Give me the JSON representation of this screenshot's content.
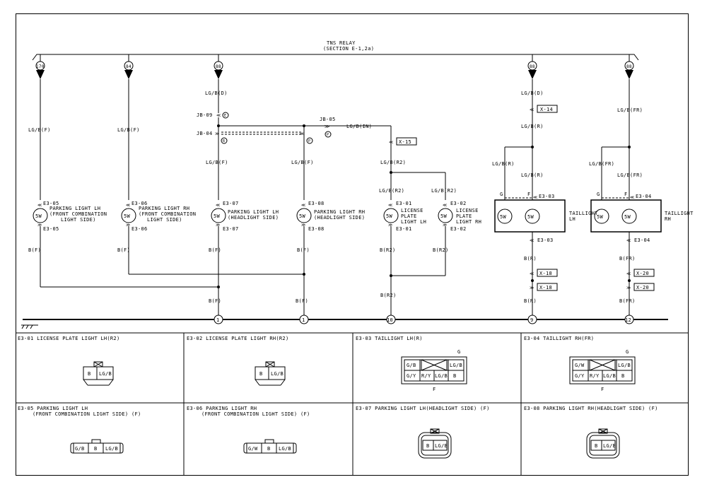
{
  "relay": {
    "title": "TNS RELAY",
    "section": "(SECTION E-1,2a)"
  },
  "sources": [
    "170",
    "84",
    "88",
    "88",
    "88"
  ],
  "wires": {
    "c1_top": "LG/B(F)",
    "c2_top": "LG/B(F)",
    "c3_top": "LG/B(D)",
    "c3_mid": "LG/B(F)",
    "c4_mid": "LG/B(F)",
    "jb_out": "LG/B(IN)",
    "c5_r2a": "LG/B(R2)",
    "c5_r2b": "LG/B(R2)",
    "c6_r2": "LG/B(R2)",
    "c7_d": "LG/B(D)",
    "c7_r": "LG/B(R)",
    "c7_ra": "LG/B(R)",
    "c7_rb": "LG/B(R)",
    "c8_fr": "LG/B(FR)",
    "c8_fra": "LG/B(FR)",
    "c8_frb": "LG/B(FR)",
    "g1": "B(F)",
    "g2": "B(F)",
    "g3": "B(F)",
    "g4": "B(F)",
    "g5": "B(R2)",
    "g6": "B(R2)",
    "g7": "B(R)",
    "g8": "B(FR)",
    "gb1": "B(F)",
    "gb2": "B(F)",
    "gb3": "B(R2)",
    "gb4": "B(R)",
    "gb5": "B(FR)"
  },
  "junctions": {
    "jb09": "JB-09",
    "jb04": "JB-04",
    "jb05": "JB-05",
    "e": "E",
    "r": "R",
    "p1": "P",
    "p2": "P"
  },
  "x_connectors": {
    "x14": "X-14",
    "x15": "X-15",
    "x18a": "X-18",
    "x18b": "X-18",
    "x20a": "X-20",
    "x20b": "X-20"
  },
  "lamps": {
    "l1": {
      "top": "E3-05",
      "bot": "E3-05",
      "name1": "PARKING LIGHT LH",
      "name2": "(FRONT COMBINATION",
      "name3": "LIGHT SIDE)"
    },
    "l2": {
      "top": "E3-06",
      "bot": "E3-06",
      "name1": "PARKING LIGHT RH",
      "name2": "(FRONT COMBINATION",
      "name3": "LIGHT SIDE)"
    },
    "l3": {
      "top": "E3-07",
      "bot": "E3-07",
      "name1": "PARKING LIGHT LH",
      "name2": "(HEADLIGHT SIDE)"
    },
    "l4": {
      "top": "E3-08",
      "bot": "E3-08",
      "name1": "PARKING LIGHT RH",
      "name2": "(HEADLIGHT SIDE)"
    },
    "l5": {
      "top": "E3-01",
      "bot": "E3-01",
      "name1": "LICENSE",
      "name2": "PLATE",
      "name3": "LIGHT LH"
    },
    "l6": {
      "top": "E3-02",
      "bot": "E3-02",
      "name1": "LICENSE",
      "name2": "PLATE",
      "name3": "LIGHT RH"
    },
    "t1": {
      "top": "E3-03",
      "bot": "E3-03",
      "name1": "TAILLIGHT",
      "name2": "LH",
      "g": "G",
      "f": "F"
    },
    "t2": {
      "top": "E3-04",
      "bot": "E3-04",
      "name1": "TAILLIGHT",
      "name2": "RH",
      "g": "G",
      "f": "F"
    }
  },
  "watt": "5W",
  "grounds": [
    "1",
    "1",
    "10",
    "9",
    "12"
  ],
  "connectors": {
    "e301": {
      "title": "E3-01 LICENSE PLATE LIGHT LH(R2)",
      "pins": [
        "B",
        "LG/B"
      ]
    },
    "e302": {
      "title": "E3-02 LICENSE PLATE LIGHT RH(R2)",
      "pins": [
        "B",
        "LG/B"
      ]
    },
    "e303": {
      "title": "E3-03 TAILLIGHT LH(R)",
      "g": "G",
      "f": "F",
      "pins": [
        "G/B",
        "LG/B",
        "G/Y",
        "R/Y",
        "LG/B",
        "B"
      ]
    },
    "e304": {
      "title": "E3-04 TAILLIGHT RH(FR)",
      "g": "G",
      "f": "F",
      "pins": [
        "G/W",
        "LG/B",
        "G/Y",
        "R/Y",
        "LG/B",
        "B"
      ]
    },
    "e305": {
      "title": "E3-05 PARKING LIGHT LH",
      "title2": "(FRONT COMBINATION LIGHT SIDE) (F)",
      "pins": [
        "G/B",
        "B",
        "LG/B"
      ]
    },
    "e306": {
      "title": "E3-06 PARKING LIGHT RH",
      "title2": "(FRONT COMBINATION LIGHT SIDE) (F)",
      "pins": [
        "G/W",
        "B",
        "LG/B"
      ]
    },
    "e307": {
      "title": "E3-07 PARKING LIGHT LH(HEADLIGHT SIDE) (F)",
      "pins": [
        "B",
        "LG/B"
      ]
    },
    "e308": {
      "title": "E3-08 PARKING LIGHT RH(HEADLIGHT SIDE) (F)",
      "pins": [
        "B",
        "LG/B"
      ]
    }
  }
}
